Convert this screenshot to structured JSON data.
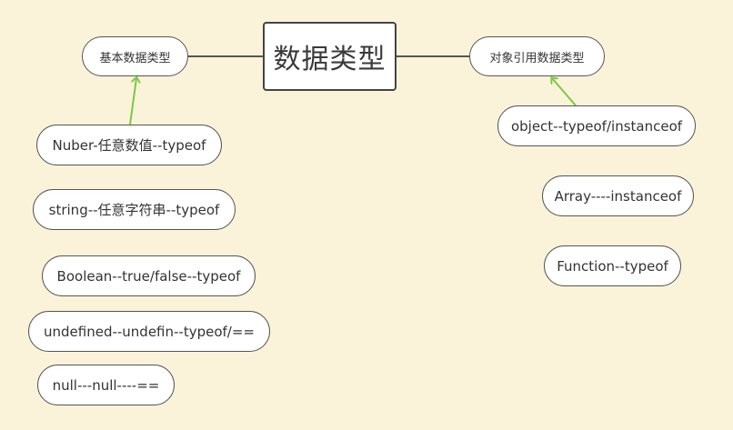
{
  "root": {
    "label": "数据类型"
  },
  "left_branch": {
    "label": "基本数据类型",
    "items": [
      "Nuber-任意数值--typeof",
      "string--任意字符串--typeof",
      "Boolean--true/false--typeof",
      "undefined--undefin--typeof/==",
      "null---null----=="
    ]
  },
  "right_branch": {
    "label": "对象引用数据类型",
    "items": [
      "object--typeof/instanceof",
      "Array----instanceof",
      "Function--typeof"
    ]
  },
  "colors": {
    "background": "#fbf3d9",
    "arrow": "#7ac943",
    "connector": "#555555"
  }
}
